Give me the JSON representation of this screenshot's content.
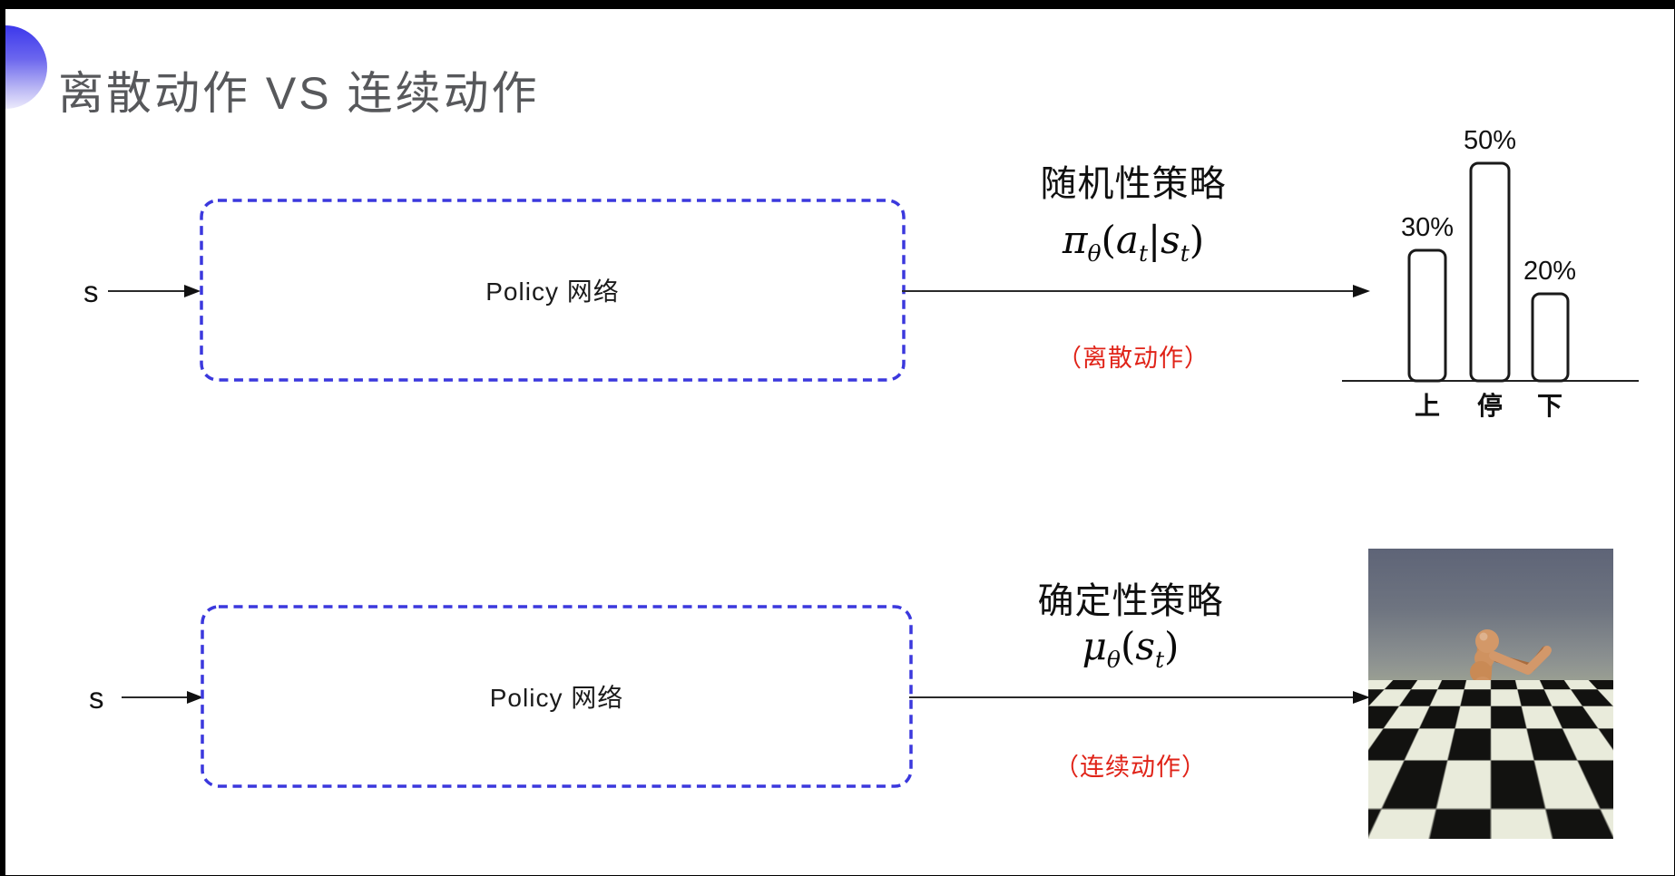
{
  "slide": {
    "title": "离散动作 VS 连续动作"
  },
  "top_flow": {
    "input_label": "s",
    "box_label": "Policy 网络",
    "policy_title": "随机性策略",
    "formula_text": "πθ(at|st)",
    "formula_tokens": {
      "main": "π",
      "main_sub": "θ",
      "open": "(",
      "arg1": "a",
      "arg1_sub": "t",
      "sep": "|",
      "arg2": "s",
      "arg2_sub": "t",
      "close": ")"
    },
    "action_note": "（离散动作）"
  },
  "bottom_flow": {
    "input_label": "s",
    "box_label": "Policy 网络",
    "policy_title": "确定性策略",
    "formula_text": "μθ(st)",
    "formula_tokens": {
      "main": "μ",
      "main_sub": "θ",
      "open": "(",
      "arg1": "s",
      "arg1_sub": "t",
      "close": ")"
    },
    "action_note": "（连续动作）"
  },
  "chart_data": {
    "type": "bar",
    "categories": [
      "上",
      "停",
      "下"
    ],
    "values": [
      30,
      50,
      20
    ],
    "value_labels": [
      "30%",
      "50%",
      "20%"
    ],
    "unit": "%",
    "title": "",
    "xlabel": "",
    "ylabel": "",
    "ylim": [
      0,
      55
    ],
    "grid": false,
    "legend": false,
    "bar_style": "white fill, dark rounded outline"
  },
  "simulation_image": {
    "alt": "humanoid robot on checkerboard floor"
  },
  "colors": {
    "accent_blue": "#3b38dd",
    "note_red": "#e02318",
    "title_gray": "#57585b",
    "ink": "#1a1a1a",
    "arrow": "#2a2a2a"
  }
}
